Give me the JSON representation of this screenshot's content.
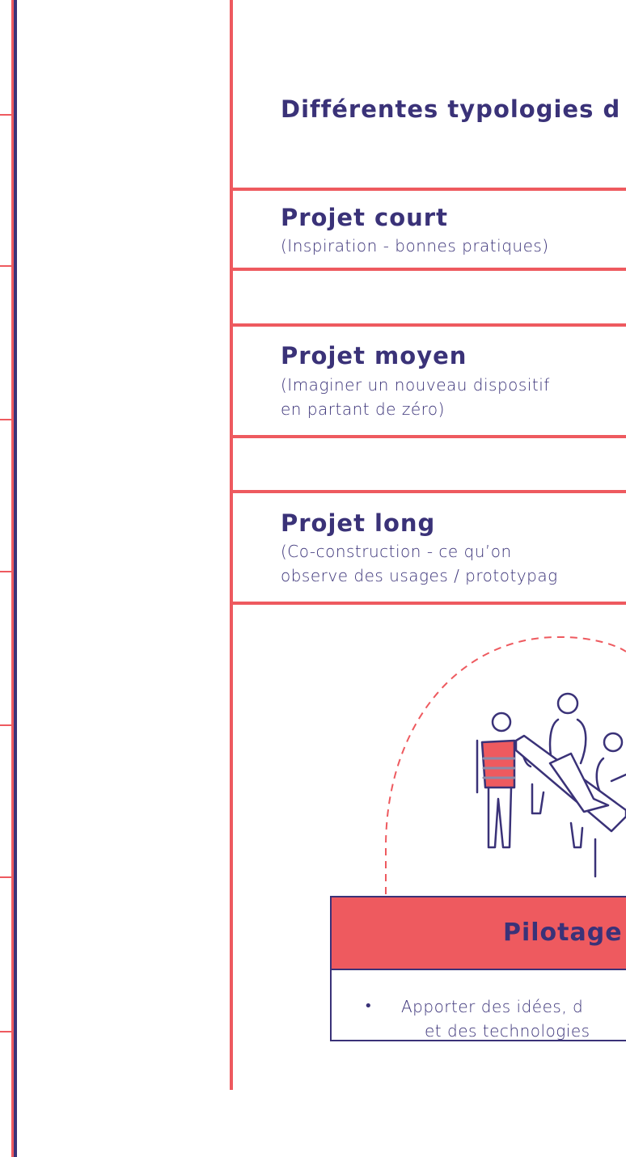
{
  "heading": "Différentes typologies d",
  "projects": [
    {
      "title": "Projet court",
      "sub": [
        "(Inspiration - bonnes pratiques)"
      ]
    },
    {
      "title": "Projet moyen",
      "sub": [
        "(Imaginer un nouveau dispositif",
        "en partant de zéro)"
      ]
    },
    {
      "title": "Projet long",
      "sub": [
        "(Co-construction - ce qu’on",
        "observe des usages / prototypag"
      ]
    }
  ],
  "pilotage": {
    "label": "Pilotage",
    "bullet": "•",
    "lines": [
      "Apporter des idées, d",
      "et des technologies"
    ]
  },
  "colors": {
    "accent": "#ee5a5f",
    "navy": "#3a3278"
  },
  "icons": [
    "team-meeting-illustration-icon"
  ]
}
